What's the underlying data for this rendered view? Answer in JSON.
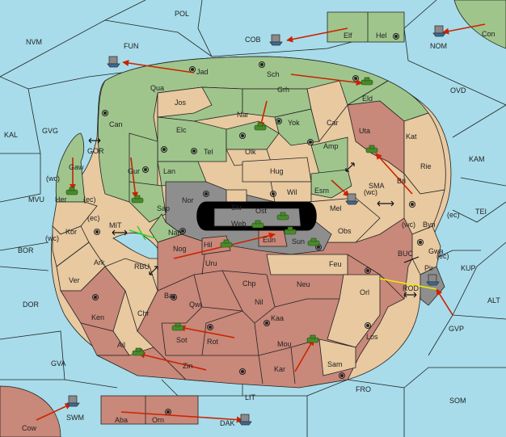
{
  "board": {
    "colors": {
      "sea": "#a8dcea",
      "green": "#9fc58c",
      "tan": "#e8c9a0",
      "red": "#c8887a",
      "gray": "#8e8e8e",
      "arrow": "#cc2200",
      "unit": "#4a8a2a",
      "fleet": "#8a8a8a",
      "green_line": "#33cc33",
      "yellow_line": "#eeee00"
    },
    "sea_labels": [
      {
        "id": "pol",
        "text": "POL"
      },
      {
        "id": "nvm",
        "text": "NVM"
      },
      {
        "id": "fun",
        "text": "FUN"
      },
      {
        "id": "cob",
        "text": "COB"
      },
      {
        "id": "nom",
        "text": "NOM"
      },
      {
        "id": "ovd",
        "text": "OVD"
      },
      {
        "id": "kal",
        "text": "KAL"
      },
      {
        "id": "gvg",
        "text": "GVG"
      },
      {
        "id": "gor",
        "text": "GOR"
      },
      {
        "id": "mvu",
        "text": "MVU"
      },
      {
        "id": "kam",
        "text": "KAM"
      },
      {
        "id": "sma",
        "text": "SMA"
      },
      {
        "id": "tei",
        "text": "TEI"
      },
      {
        "id": "mit",
        "text": "MIT"
      },
      {
        "id": "bor",
        "text": "BOR"
      },
      {
        "id": "rbu",
        "text": "RBU"
      },
      {
        "id": "buc",
        "text": "BUC"
      },
      {
        "id": "kup",
        "text": "KUP"
      },
      {
        "id": "rod",
        "text": "ROD"
      },
      {
        "id": "alt",
        "text": "ALT"
      },
      {
        "id": "dor",
        "text": "DOR"
      },
      {
        "id": "gvp",
        "text": "GVP"
      },
      {
        "id": "gva",
        "text": "GVA"
      },
      {
        "id": "fro",
        "text": "FRO"
      },
      {
        "id": "som",
        "text": "SOM"
      },
      {
        "id": "lit",
        "text": "LIT"
      },
      {
        "id": "swm",
        "text": "SWM"
      },
      {
        "id": "dak",
        "text": "DAK"
      }
    ],
    "territory_labels": [
      {
        "id": "jad",
        "text": "Jad"
      },
      {
        "id": "sch",
        "text": "Sch"
      },
      {
        "id": "qua",
        "text": "Qua"
      },
      {
        "id": "jos",
        "text": "Jos"
      },
      {
        "id": "grh",
        "text": "Grh"
      },
      {
        "id": "eld",
        "text": "Eld"
      },
      {
        "id": "can",
        "text": "Can"
      },
      {
        "id": "elc",
        "text": "Elc"
      },
      {
        "id": "nar",
        "text": "Nar"
      },
      {
        "id": "yok",
        "text": "Yok"
      },
      {
        "id": "car",
        "text": "Car"
      },
      {
        "id": "uta",
        "text": "Uta"
      },
      {
        "id": "kat",
        "text": "Kat"
      },
      {
        "id": "tel",
        "text": "Tel"
      },
      {
        "id": "olk",
        "text": "Olk"
      },
      {
        "id": "amp",
        "text": "Amp"
      },
      {
        "id": "gaw",
        "text": "Gaw"
      },
      {
        "id": "gur",
        "text": "Gur"
      },
      {
        "id": "lan",
        "text": "Lan"
      },
      {
        "id": "hug",
        "text": "Hug"
      },
      {
        "id": "rie",
        "text": "Rie"
      },
      {
        "id": "bri",
        "text": "Bri"
      },
      {
        "id": "her",
        "text": "Her"
      },
      {
        "id": "nor",
        "text": "Nor"
      },
      {
        "id": "skr",
        "text": "Skr"
      },
      {
        "id": "wil",
        "text": "Wil"
      },
      {
        "id": "esm",
        "text": "Esm"
      },
      {
        "id": "sap",
        "text": "Sap"
      },
      {
        "id": "ost",
        "text": "Ost"
      },
      {
        "id": "mel",
        "text": "Mel"
      },
      {
        "id": "web",
        "text": "Web"
      },
      {
        "id": "byn",
        "text": "Byn"
      },
      {
        "id": "kor",
        "text": "Kor"
      },
      {
        "id": "nab",
        "text": "Nab"
      },
      {
        "id": "obs",
        "text": "Obs"
      },
      {
        "id": "hil",
        "text": "Hil"
      },
      {
        "id": "eun",
        "text": "Eun"
      },
      {
        "id": "sun",
        "text": "Sun"
      },
      {
        "id": "gwa",
        "text": "Gwa"
      },
      {
        "id": "nog",
        "text": "Nog"
      },
      {
        "id": "ark",
        "text": "Ark"
      },
      {
        "id": "uru",
        "text": "Uru"
      },
      {
        "id": "feu",
        "text": "Feu"
      },
      {
        "id": "pir",
        "text": "Pir"
      },
      {
        "id": "ver",
        "text": "Ver"
      },
      {
        "id": "chp",
        "text": "Chp"
      },
      {
        "id": "neu",
        "text": "Neu"
      },
      {
        "id": "orl",
        "text": "Orl"
      },
      {
        "id": "bar",
        "text": "Bar"
      },
      {
        "id": "qwi",
        "text": "Qwi"
      },
      {
        "id": "nil",
        "text": "Nil"
      },
      {
        "id": "chr",
        "text": "Chr"
      },
      {
        "id": "ken",
        "text": "Ken"
      },
      {
        "id": "kaa",
        "text": "Kaa"
      },
      {
        "id": "sot",
        "text": "Sot"
      },
      {
        "id": "rot",
        "text": "Rot"
      },
      {
        "id": "los",
        "text": "Los"
      },
      {
        "id": "ail",
        "text": "Ail"
      },
      {
        "id": "mou",
        "text": "Mou"
      },
      {
        "id": "sam",
        "text": "Sam"
      },
      {
        "id": "zin",
        "text": "Zin"
      },
      {
        "id": "kar",
        "text": "Kar"
      },
      {
        "id": "elf",
        "text": "Elf"
      },
      {
        "id": "hel",
        "text": "Hel"
      },
      {
        "id": "con",
        "text": "Con"
      },
      {
        "id": "cow",
        "text": "Cow"
      },
      {
        "id": "aba",
        "text": "Aba"
      },
      {
        "id": "orn",
        "text": "Orn"
      }
    ],
    "coast_labels": [
      {
        "id": "wc1",
        "text": "(wc)"
      },
      {
        "id": "ec1",
        "text": "(ec)"
      },
      {
        "id": "ec2",
        "text": "(ec)"
      },
      {
        "id": "wc2",
        "text": "(wc)"
      },
      {
        "id": "wc3",
        "text": "(wc)"
      },
      {
        "id": "ec3",
        "text": "(ec)"
      },
      {
        "id": "ec4",
        "text": "(ec)"
      },
      {
        "id": "wc4",
        "text": "(wc)"
      }
    ]
  }
}
